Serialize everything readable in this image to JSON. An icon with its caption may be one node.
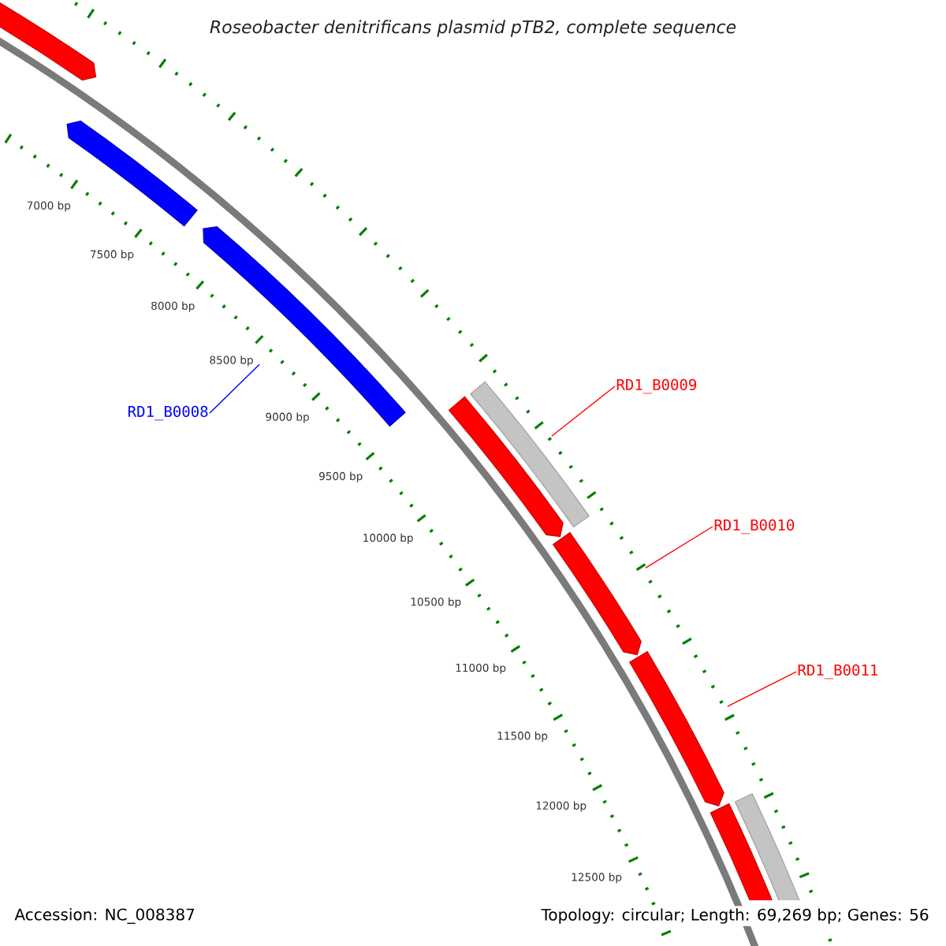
{
  "diagram": {
    "title": "Roseobacter denitrificans plasmid pTB2, complete sequence",
    "nodes": [
      {
        "text": [],
        "shape": "arrow"
      },
      {
        "text": [],
        "shape": "arrow"
      },
      {
        "text": [],
        "shape": "arrow"
      },
      {
        "text": [],
        "shape": "bar"
      },
      {
        "text": [],
        "shape": "arrow"
      },
      {
        "text": [],
        "shape": "arrow"
      },
      {
        "text": [],
        "shape": "arrow"
      },
      {
        "text": [],
        "shape": "bar"
      },
      {
        "text": [],
        "shape": "arrow"
      },
      {
        "text": [
          "RD1_B0008"
        ]
      },
      {
        "text": [
          "RD1_B0009"
        ]
      },
      {
        "text": [
          "RD1_B0010"
        ]
      },
      {
        "text": [
          "RD1_B0011"
        ]
      }
    ],
    "edges": [
      {
        "from": 9,
        "to": 2,
        "arrow": "none",
        "color": "#0000ff"
      },
      {
        "from": 10,
        "to": 4,
        "arrow": "none",
        "color": "#ff0000"
      },
      {
        "from": 11,
        "to": 5,
        "arrow": "none",
        "color": "#ff0000"
      },
      {
        "from": 12,
        "to": 6,
        "arrow": "none",
        "color": "#ff0000"
      }
    ],
    "labels": [
      "7000 bp",
      "7500 bp",
      "8000 bp",
      "8500 bp",
      "9000 bp",
      "9500 bp",
      "10000 bp",
      "10500 bp",
      "11000 bp",
      "11500 bp",
      "12000 bp",
      "12500 bp",
      "Accession: NC_008387",
      "Topology: circular; Length: 69,269 bp; Genes: 56"
    ]
  }
}
